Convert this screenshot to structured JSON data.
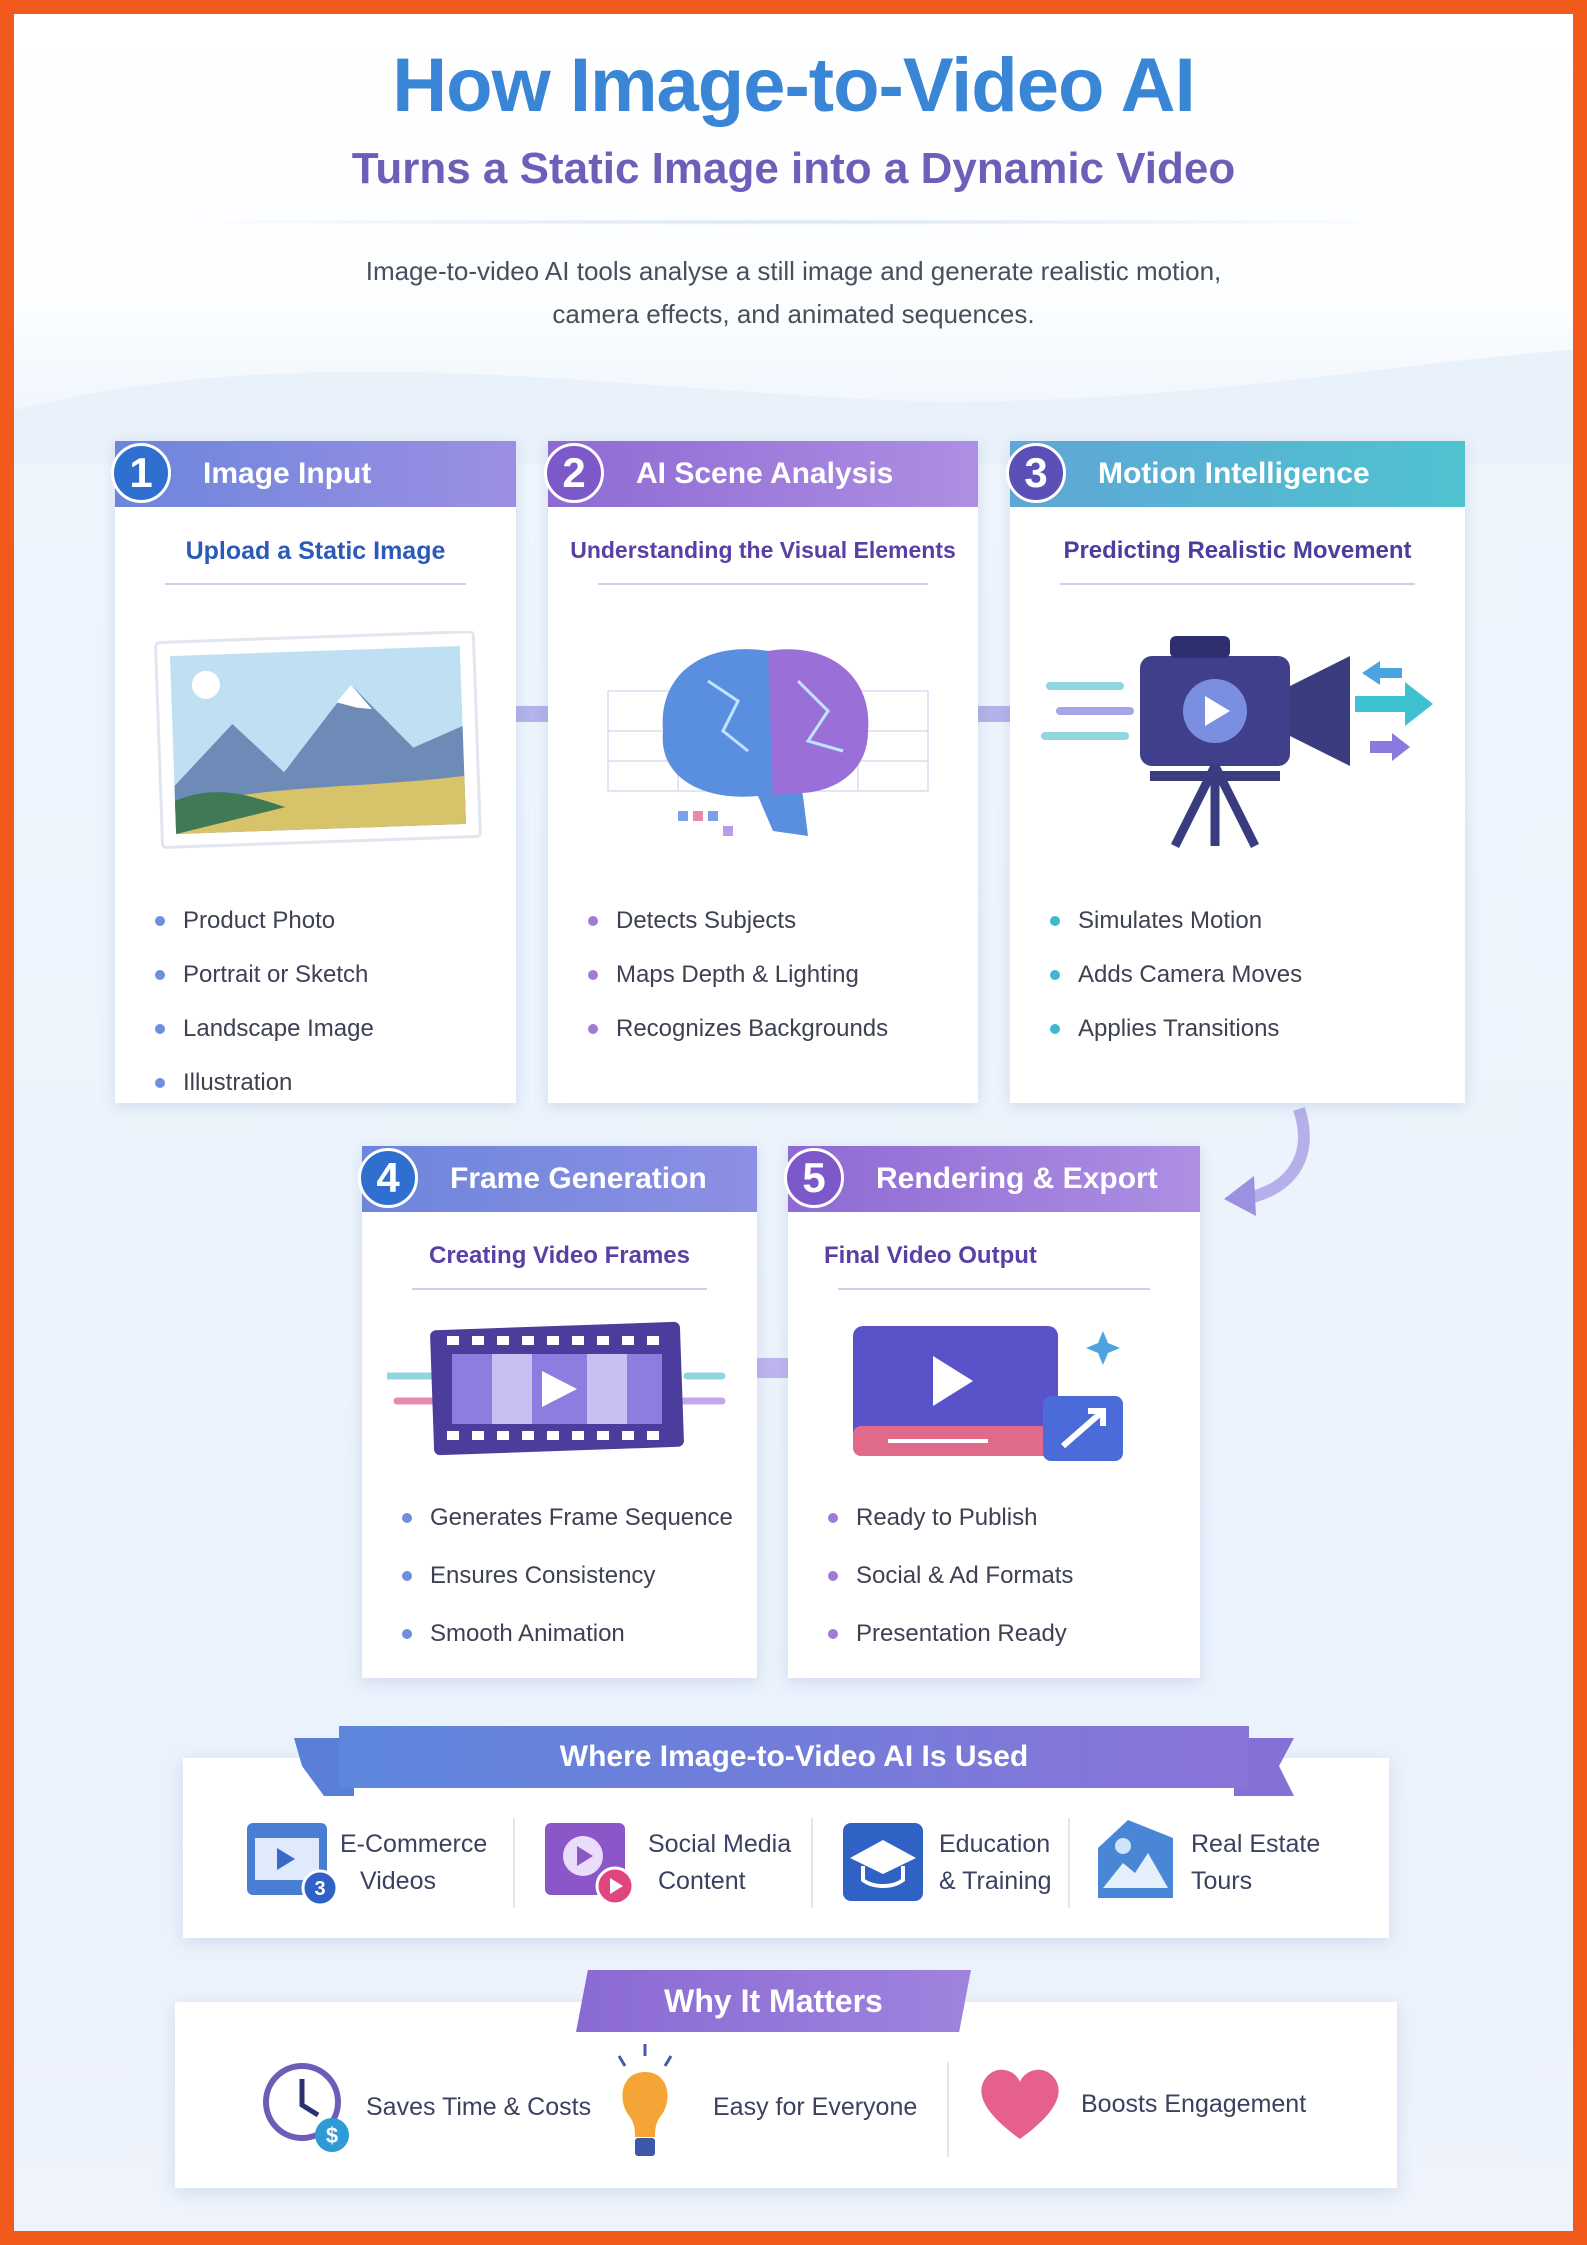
{
  "header": {
    "title": "How Image-to-Video AI",
    "subtitle": "Turns a Static Image into a Dynamic Video",
    "description_line1": "Image-to-video AI tools analyse a still image and generate realistic motion,",
    "description_line2": "camera effects, and animated sequences."
  },
  "colors": {
    "border": "#f25a1c",
    "blue": "#3a86d6",
    "purple": "#8a6cd0",
    "teal": "#45b8cf"
  },
  "steps": [
    {
      "number": "1",
      "title": "Image Input",
      "subtitle": "Upload a Static Image",
      "icon": "landscape-photo-icon",
      "bullets": [
        "Product Photo",
        "Portrait or Sketch",
        "Landscape Image",
        "Illustration"
      ]
    },
    {
      "number": "2",
      "title": "AI Scene Analysis",
      "subtitle": "Understanding the Visual Elements",
      "icon": "brain-icon",
      "bullets": [
        "Detects Subjects",
        "Maps Depth & Lighting",
        "Recognizes Backgrounds"
      ]
    },
    {
      "number": "3",
      "title": "Motion Intelligence",
      "subtitle": "Predicting Realistic Movement",
      "icon": "video-camera-icon",
      "bullets": [
        "Simulates Motion",
        "Adds Camera Moves",
        "Applies Transitions"
      ]
    },
    {
      "number": "4",
      "title": "Frame Generation",
      "subtitle": "Creating Video Frames",
      "icon": "film-strip-icon",
      "bullets": [
        "Generates Frame Sequence",
        "Ensures Consistency",
        "Smooth Animation"
      ]
    },
    {
      "number": "5",
      "title": "Rendering & Export",
      "subtitle": "Final Video Output",
      "icon": "video-export-icon",
      "bullets": [
        "Ready to Publish",
        "Social & Ad Formats",
        "Presentation Ready"
      ]
    }
  ],
  "uses": {
    "title": "Where Image-to-Video AI Is Used",
    "items": [
      {
        "line1": "E-Commerce",
        "line2": "Videos",
        "icon": "ecommerce-video-icon",
        "badge": "3"
      },
      {
        "line1": "Social Media",
        "line2": "Content",
        "icon": "social-media-video-icon"
      },
      {
        "line1": "Education",
        "line2": "& Training",
        "icon": "graduation-cap-icon"
      },
      {
        "line1": "Real Estate",
        "line2": "Tours",
        "icon": "real-estate-icon"
      }
    ]
  },
  "why": {
    "title": "Why It Matters",
    "items": [
      {
        "label": "Saves Time & Costs",
        "icon": "clock-dollar-icon"
      },
      {
        "label": "Easy for Everyone",
        "icon": "lightbulb-icon"
      },
      {
        "label": "Boosts Engagement",
        "icon": "heart-icon"
      }
    ]
  }
}
